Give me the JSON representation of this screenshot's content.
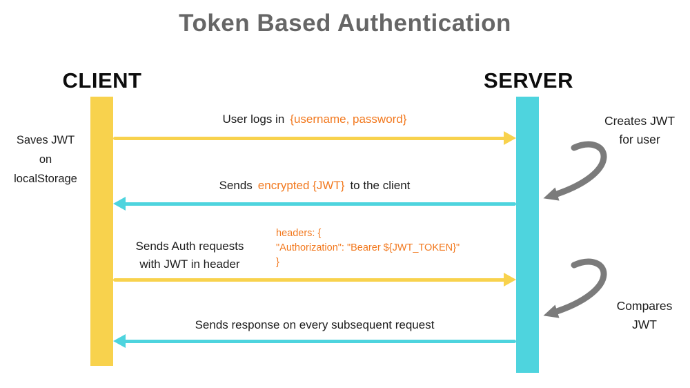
{
  "title": "Token Based Authentication",
  "client": {
    "label": "CLIENT",
    "note_lines": [
      "Saves JWT",
      "on",
      "localStorage"
    ]
  },
  "server": {
    "label": "SERVER",
    "note_top_lines": [
      "Creates JWT",
      "for user"
    ],
    "note_bottom_lines": [
      "Compares",
      "JWT"
    ]
  },
  "messages": {
    "login": {
      "text": "User logs in",
      "highlight": "{username, password}"
    },
    "send_jwt": {
      "pre": "Sends",
      "highlight": "encrypted {JWT}",
      "post": "to the client"
    },
    "auth_request": {
      "label_lines": [
        "Sends Auth requests",
        "with JWT in header"
      ],
      "code_lines": [
        "headers: {",
        "\"Authorization\": \"Bearer ${JWT_TOKEN}\"",
        "}"
      ]
    },
    "response": {
      "text": "Sends response on every subsequent request"
    }
  },
  "colors": {
    "client_bar": "#F8D24D",
    "server_bar": "#4ED4DE",
    "highlight_orange": "#F2791F",
    "title_gray": "#666666",
    "loop_arrow_gray": "#7B7B7B"
  }
}
